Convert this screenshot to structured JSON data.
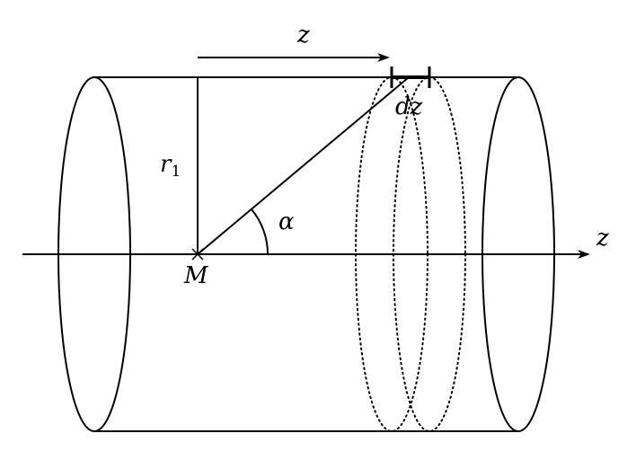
{
  "labels": {
    "top_arrow": "z",
    "axis": "z",
    "radius": "r",
    "radius_sub": "1",
    "angle": "α",
    "point": "M",
    "element": "dz"
  },
  "colors": {
    "stroke": "#000000",
    "background": "#ffffff"
  }
}
